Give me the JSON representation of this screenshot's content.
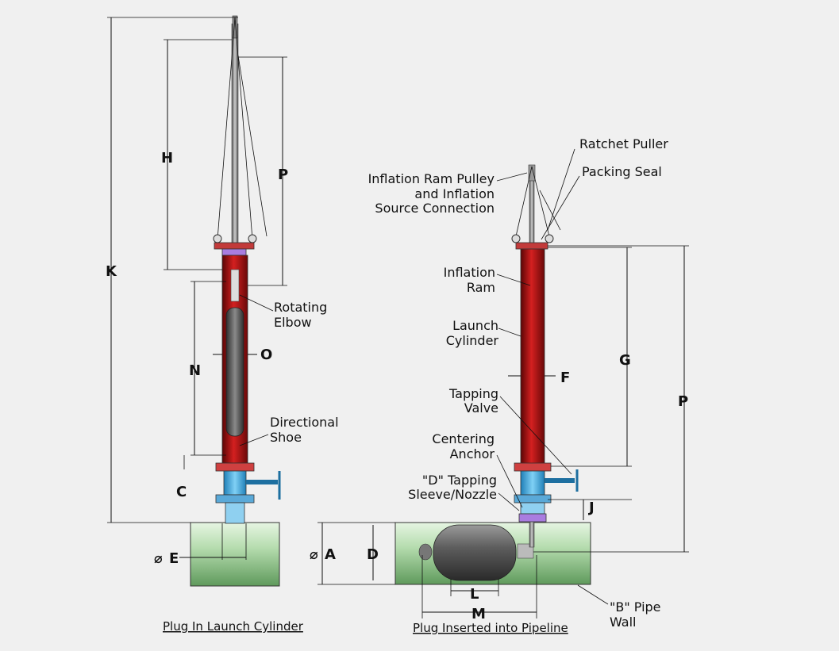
{
  "left_assembly": {
    "caption": "Plug In Launch Cylinder",
    "dims": {
      "H": "H",
      "P": "P",
      "K": "K",
      "N": "N",
      "O": "O",
      "C": "C",
      "E": "E"
    },
    "labels": {
      "rotating_elbow_1": "Rotating",
      "rotating_elbow_2": "Elbow",
      "directional_shoe_1": "Directional",
      "directional_shoe_2": "Shoe"
    }
  },
  "right_assembly": {
    "caption": "Plug Inserted into Pipeline",
    "dims": {
      "G": "G",
      "P": "P",
      "F": "F",
      "J": "J",
      "A": "A",
      "D": "D",
      "L": "L",
      "M": "M"
    },
    "labels": {
      "ratchet_puller": "Ratchet Puller",
      "packing_seal": "Packing Seal",
      "pulley_1": "Inflation Ram Pulley",
      "pulley_2": "and Inflation",
      "pulley_3": "Source Connection",
      "inflation_ram_1": "Inflation",
      "inflation_ram_2": "Ram",
      "launch_cyl_1": "Launch",
      "launch_cyl_2": "Cylinder",
      "tapping_valve_1": "Tapping",
      "tapping_valve_2": "Valve",
      "centering_1": "Centering",
      "centering_2": "Anchor",
      "sleeve_1": "\"D\"  Tapping",
      "sleeve_2": "Sleeve/Nozzle",
      "pipe_wall_1": "\"B\"  Pipe",
      "pipe_wall_2": "Wall"
    }
  },
  "colors": {
    "cylinder_red": "#b01010",
    "valve_blue": "#3aa9e0",
    "pipe_green": "#b8e0b0",
    "seal_purple": "#9a5fd0",
    "plug_gray": "#5a5a5a"
  }
}
